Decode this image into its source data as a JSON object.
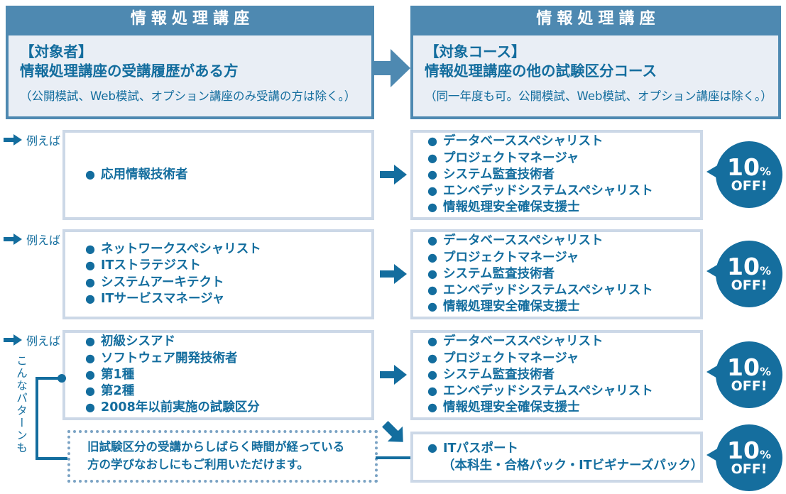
{
  "bullet": "●",
  "colors": {
    "steel_blue": "#4e89b1",
    "dark_blue": "#136d9e",
    "badge_blue": "#156e9e",
    "light_fill": "#e9eef5",
    "box_border": "#ccd8e7",
    "dotted_border": "#7ba3c4"
  },
  "headers": {
    "left": {
      "title": "情報処理講座",
      "label": "【対象者】",
      "subject": "情報処理講座の受講履歴がある方",
      "note": "（公開模試、Web模試、オプション講座のみ受講の方は除く。）"
    },
    "right": {
      "title": "情報処理講座",
      "label": "【対象コース】",
      "subject": "情報処理講座の他の試験区分コース",
      "note": "（同一年度も可。公開模試、Web模試、オプション講座は除く。）"
    }
  },
  "example_label": "例えば",
  "rows": [
    {
      "left_items": [
        "応用情報技術者"
      ],
      "right_items": [
        "データベーススペシャリスト",
        "プロジェクトマネージャ",
        "システム監査技術者",
        "エンベデッドシステムスペシャリスト",
        "情報処理安全確保支援士"
      ]
    },
    {
      "left_items": [
        "ネットワークスペシャリスト",
        "ITストラテジスト",
        "システムアーキテクト",
        "ITサービスマネージャ"
      ],
      "right_items": [
        "データベーススペシャリスト",
        "プロジェクトマネージャ",
        "システム監査技術者",
        "エンベデッドシステムスペシャリスト",
        "情報処理安全確保支援士"
      ]
    },
    {
      "left_items": [
        "初級シスアド",
        "ソフトウェア開発技術者",
        "第1種",
        "第2種",
        "2008年以前実施の試験区分"
      ],
      "right_items": [
        "データベーススペシャリスト",
        "プロジェクトマネージャ",
        "システム監査技術者",
        "エンベデッドシステムスペシャリスト",
        "情報処理安全確保支援士"
      ]
    }
  ],
  "badge": {
    "value": "10",
    "unit": "%",
    "suffix": "OFF!"
  },
  "pattern_note": {
    "vertical_label": "こんなパターンも",
    "line1": "旧試験区分の受講からしばらく時間が経っている",
    "line2": "方の学びなおしにもご利用いただけます。"
  },
  "bottom_box": {
    "item": "ITパスポート",
    "subtext": "（本科生・合格パック・ITビギナーズパック）"
  }
}
